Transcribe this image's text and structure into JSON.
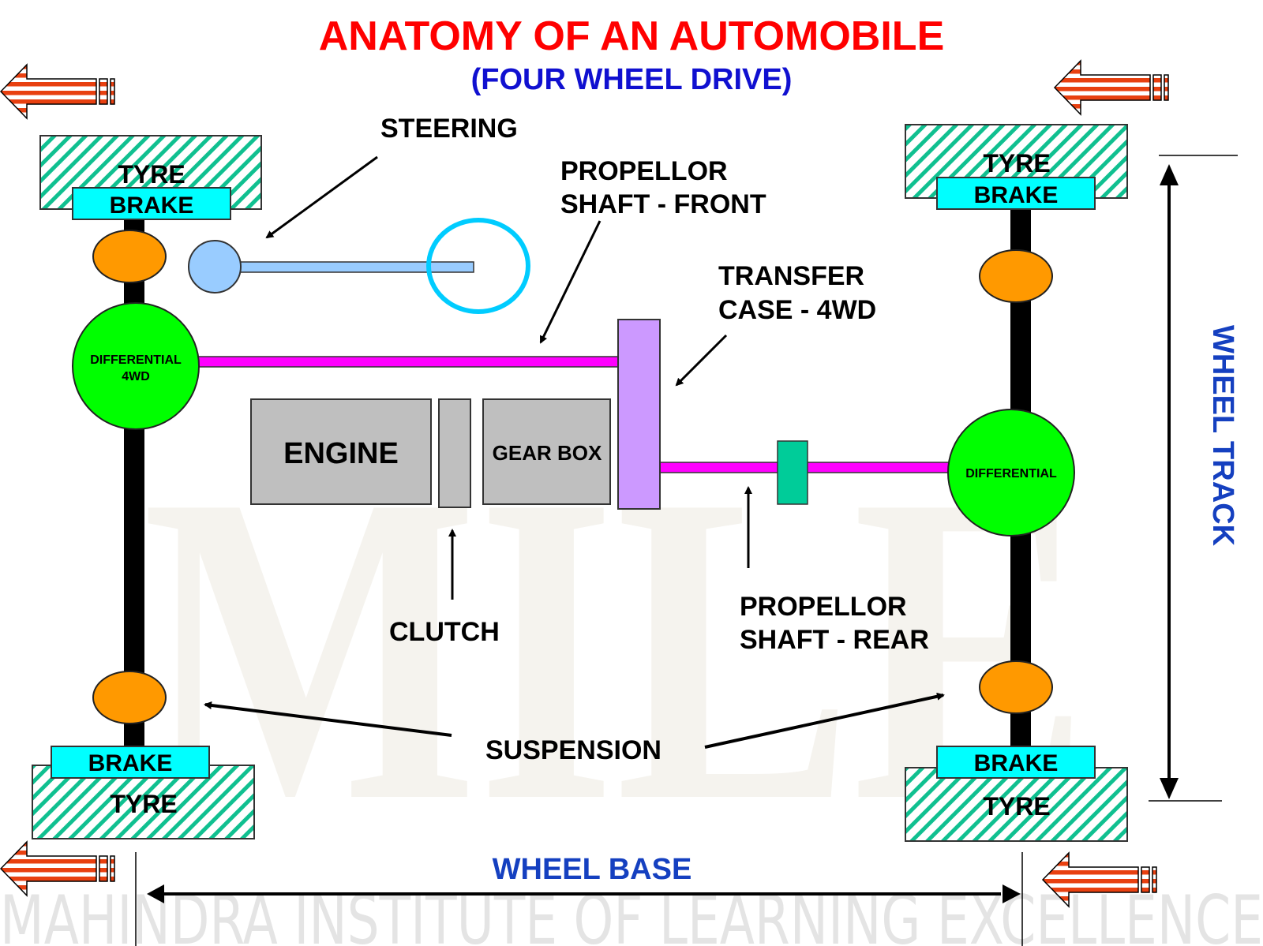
{
  "title": "ANATOMY OF AN AUTOMOBILE",
  "subtitle": "(FOUR WHEEL DRIVE)",
  "watermark": {
    "bottom_text": "MAHINDRA INSTITUTE OF LEARNING EXCELLENCE",
    "logo_text": "MILE"
  },
  "colors": {
    "title": "#ff0000",
    "subtitle": "#1010d0",
    "dimension_label": "#1540c0",
    "tyre_hatch": "#10c090",
    "brake": "#00ffff",
    "suspension": "#ff9900",
    "differential": "#00ff00",
    "propeller_shaft": "#ff00ff",
    "transfer_case": "#cc99ff",
    "engine_block": "#bfbfbf",
    "steering_column": "#99ccff",
    "steering_wheel": "#00ccff",
    "universal_joint": "#00cc99",
    "arrow_stripe": "#e84010"
  },
  "wheels": {
    "front_left": {
      "tyre": "TYRE",
      "brake": "BRAKE"
    },
    "front_right": {
      "tyre": "TYRE",
      "brake": "BRAKE"
    },
    "rear_left": {
      "tyre": "TYRE",
      "brake": "BRAKE"
    },
    "rear_right": {
      "tyre": "TYRE",
      "brake": "BRAKE"
    }
  },
  "components": {
    "front_differential": {
      "line1": "DIFFERENTIAL",
      "line2": "4WD"
    },
    "rear_differential": "DIFFERENTIAL",
    "engine": "ENGINE",
    "gearbox": "GEAR BOX"
  },
  "callouts": {
    "steering": "STEERING",
    "propeller_front": {
      "line1": "PROPELLOR",
      "line2": "SHAFT - FRONT"
    },
    "transfer_case": {
      "line1": "TRANSFER",
      "line2": "CASE - 4WD"
    },
    "clutch": "CLUTCH",
    "propeller_rear": {
      "line1": "PROPELLOR",
      "line2": "SHAFT - REAR"
    },
    "suspension": "SUSPENSION"
  },
  "dimensions": {
    "wheel_base": "WHEEL BASE",
    "wheel_track": "WHEEL TRACK"
  },
  "direction_arrows": [
    {
      "id": "top-left",
      "direction": "left"
    },
    {
      "id": "top-right",
      "direction": "left"
    },
    {
      "id": "bottom-left",
      "direction": "left"
    },
    {
      "id": "bottom-right",
      "direction": "left"
    }
  ]
}
